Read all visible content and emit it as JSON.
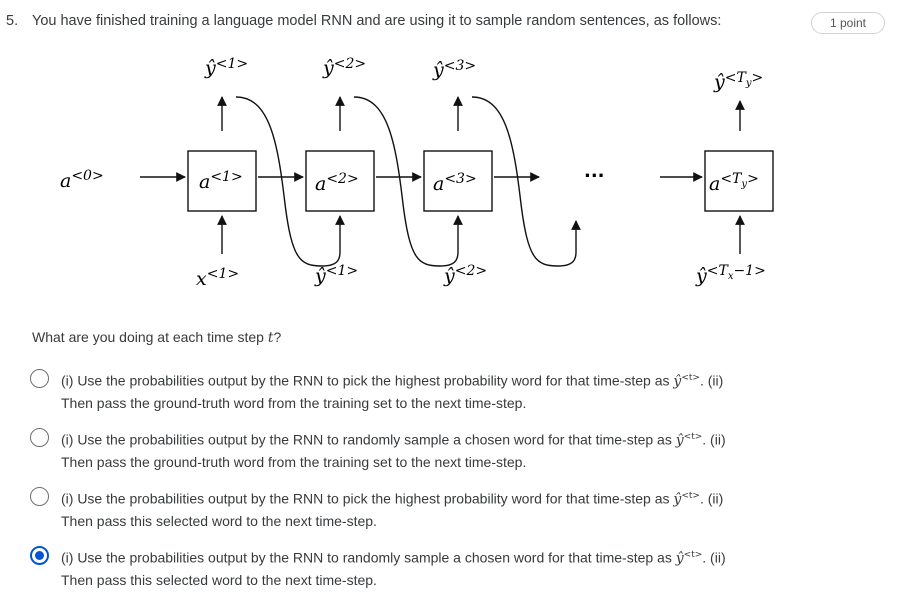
{
  "question": {
    "number": "5.",
    "text": "You have finished training a language model RNN and are using it to sample random sentences, as follows:",
    "points": "1 point",
    "prompt_before": "What are you doing at each time step ",
    "prompt_var": "t",
    "prompt_after": "?"
  },
  "diagram": {
    "outputs": [
      {
        "base": "ŷ",
        "sup": "<1>"
      },
      {
        "base": "ŷ",
        "sup": "<2>"
      },
      {
        "base": "ŷ",
        "sup": "<3>"
      },
      {
        "base": "ŷ",
        "sup": "<T",
        "sub": "y",
        "sup_end": ">"
      }
    ],
    "cells": [
      {
        "base": "a",
        "sup": "<1>"
      },
      {
        "base": "a",
        "sup": "<2>"
      },
      {
        "base": "a",
        "sup": "<3>"
      },
      {
        "base": "a",
        "sup": "<T",
        "sub": "y",
        "sup_end": ">"
      }
    ],
    "inputs": [
      {
        "base": "x",
        "sup": "<1>"
      },
      {
        "base": "ŷ",
        "sup": "<1>"
      },
      {
        "base": "ŷ",
        "sup": "<2>"
      },
      {
        "base": "ŷ",
        "sup": "<T",
        "sub": "x",
        "sup_end": "−1>"
      }
    ],
    "initial": {
      "base": "a",
      "sup": "<0>"
    },
    "ellipsis": "..."
  },
  "options": [
    {
      "line1": "(i) Use the probabilities output by the RNN to pick the highest probability word for that time-step as ",
      "yhat": "ŷ",
      "sup": "<t>",
      "tail": ". (ii)",
      "line2": "Then pass the ground-truth word from the training set to the next time-step.",
      "selected": false
    },
    {
      "line1": "(i) Use the probabilities output by the RNN to randomly sample a chosen word for that time-step as ",
      "yhat": "ŷ",
      "sup": "<t>",
      "tail": ". (ii)",
      "line2": "Then pass the ground-truth word from the training set to the next time-step.",
      "selected": false
    },
    {
      "line1": "(i) Use the probabilities output by the RNN to pick the highest probability word for that time-step as ",
      "yhat": "ŷ",
      "sup": "<t>",
      "tail": ". (ii)",
      "line2": "Then pass this selected word to the next time-step.",
      "selected": false
    },
    {
      "line1": "(i) Use the probabilities output by the RNN to randomly sample a chosen word for that time-step as ",
      "yhat": "ŷ",
      "sup": "<t>",
      "tail": ". (ii)",
      "line2": "Then pass this selected word to the next time-step.",
      "selected": true
    }
  ]
}
